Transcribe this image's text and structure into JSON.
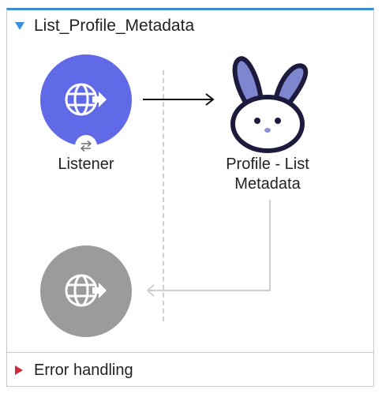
{
  "flow": {
    "title": "List_Profile_Metadata",
    "accent_color": "#3b8fd8"
  },
  "nodes": {
    "listener": {
      "label": "Listener",
      "icon": "globe-arrow-icon",
      "badge_icon": "swap-arrows-icon",
      "color": "#6069e6"
    },
    "profile": {
      "label_line1": "Profile - List",
      "label_line2": "Metadata",
      "icon": "bunny-icon"
    },
    "response": {
      "icon": "globe-arrow-icon",
      "color": "#9b9b9b"
    }
  },
  "error_handling": {
    "label": "Error handling",
    "indicator_color": "#d02a3a"
  }
}
